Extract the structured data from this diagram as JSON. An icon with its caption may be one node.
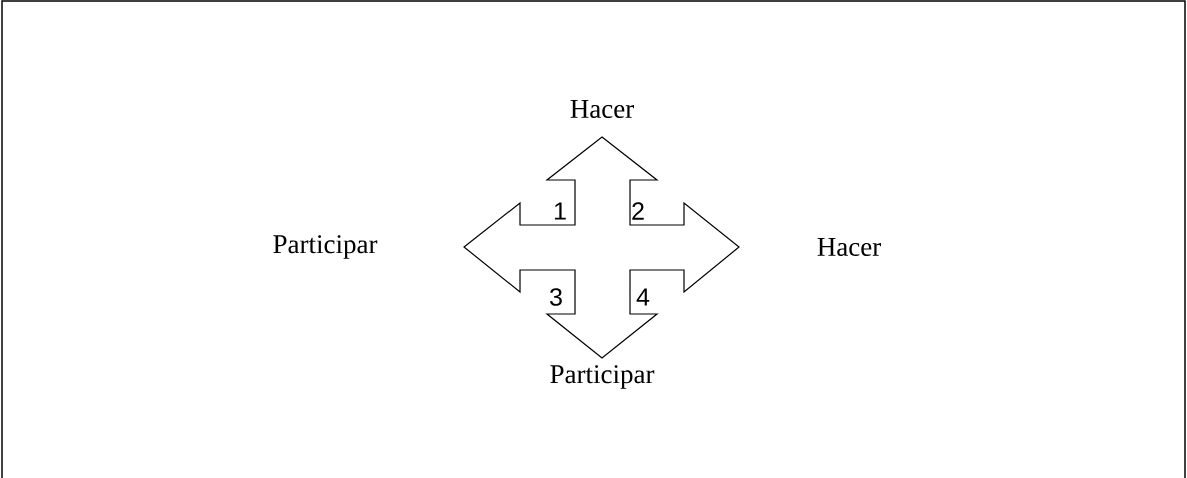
{
  "diagram": {
    "nodes": [
      {
        "text": [
          "1",
          "2",
          "3",
          "4"
        ]
      }
    ],
    "labels": [
      "Hacer",
      "Participar",
      "Hacer",
      "Participar"
    ]
  }
}
